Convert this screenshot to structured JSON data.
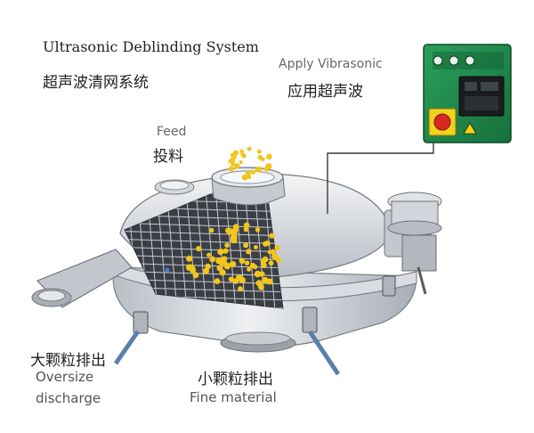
{
  "title": {
    "en": "Ultrasonic Deblinding System",
    "zh": "超声波清网系统"
  },
  "labels": {
    "apply_en": "Apply Vibrasonic",
    "apply_zh": "应用超声波",
    "feed_en": "Feed",
    "feed_zh": "投料",
    "oversize_zh": "大颗粒排出",
    "oversize_en_line1": "Oversize",
    "oversize_en_line2": "discharge",
    "fine_zh": "小颗粒排出",
    "fine_en": "Fine material"
  },
  "colors": {
    "control_box": "#1f8a4c",
    "particles": "#f2c61a",
    "machine_body": "#cfd3d8"
  }
}
